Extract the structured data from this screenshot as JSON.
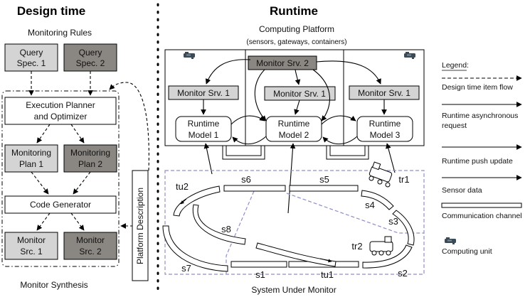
{
  "design_time": {
    "title": "Design time",
    "monitoring_rules": "Monitoring Rules",
    "query_spec_1": [
      "Query",
      "Spec. 1"
    ],
    "query_spec_2": [
      "Query",
      "Spec. 2"
    ],
    "planner": [
      "Execution Planner",
      "and Optimizer"
    ],
    "plan_1": [
      "Monitoring",
      "Plan 1"
    ],
    "plan_2": [
      "Monitoring",
      "Plan 2"
    ],
    "code_generator": "Code Generator",
    "src_1": [
      "Monitor",
      "Src. 1"
    ],
    "src_2": [
      "Monitor",
      "Src. 2"
    ],
    "monitor_synthesis": "Monitor Synthesis",
    "platform_description": "Platform Description"
  },
  "runtime": {
    "title": "Runtime",
    "computing_platform": "Computing Platform",
    "computing_platform_sub": "(sensors, gateways, containers)",
    "monitor_srv_2": "Monitor Srv. 2",
    "monitor_srv_1": "Monitor Srv. 1",
    "model_1": [
      "Runtime",
      "Model 1"
    ],
    "model_2": [
      "Runtime",
      "Model 2"
    ],
    "model_3": [
      "Runtime",
      "Model 3"
    ],
    "system_under_monitor": "System Under Monitor",
    "segments": [
      "s6",
      "s5",
      "tu2",
      "s4",
      "s3",
      "s8",
      "s7",
      "s1",
      "tu1",
      "s2"
    ],
    "trains": [
      "tr1",
      "tr2"
    ]
  },
  "legend": {
    "title": "Legend:",
    "items": [
      "Design time item flow",
      [
        "Runtime asynchronous",
        "request"
      ],
      "Runtime push update",
      "Sensor data",
      "Communication channel",
      "Computing unit"
    ]
  },
  "colors": {
    "light_box": "#d4d4d4",
    "dark_box": "#8a8682",
    "region_dash": "#8f8fc8",
    "computing_unit": "#3b4a57"
  }
}
